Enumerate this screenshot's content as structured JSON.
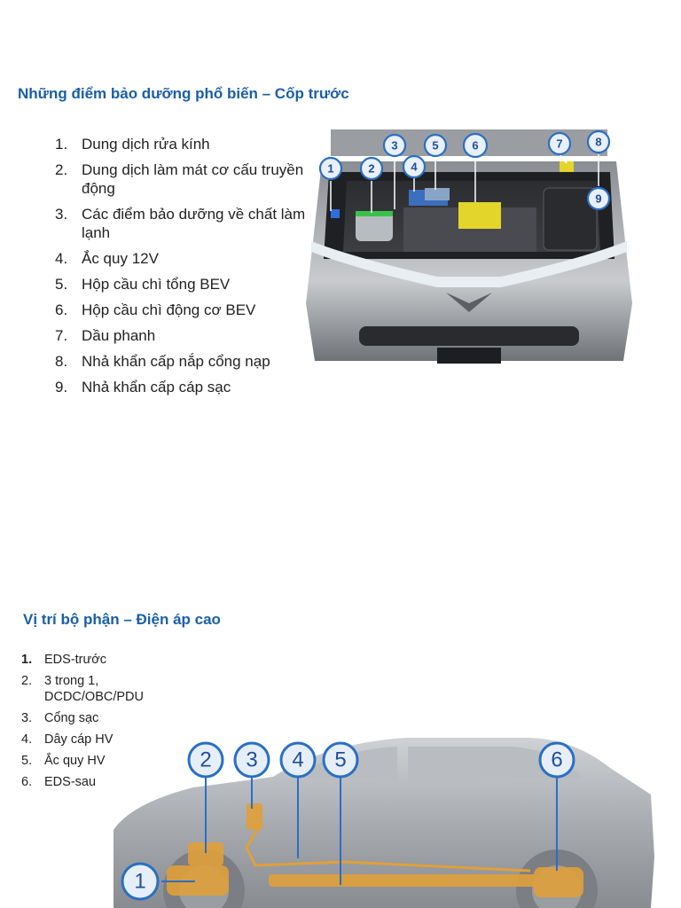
{
  "section_front": {
    "title": "Những điểm bảo dưỡng phổ biến – Cốp trước",
    "items": [
      {
        "num": "1.",
        "text": "Dung dịch rửa kính"
      },
      {
        "num": "2.",
        "text": "Dung dịch làm mát cơ cấu truyền động"
      },
      {
        "num": "3.",
        "text": "Các điểm bảo dưỡng về chất làm lạnh"
      },
      {
        "num": "4.",
        "text": "Ắc quy 12V"
      },
      {
        "num": "5.",
        "text": "Hộp cầu chì tổng BEV"
      },
      {
        "num": "6.",
        "text": "Hộp cầu chì động cơ BEV"
      },
      {
        "num": "7.",
        "text": "Dầu phanh"
      },
      {
        "num": "8.",
        "text": "Nhả khẩn cấp nắp cổng nạp"
      },
      {
        "num": "9.",
        "text": "Nhả khẩn cấp cáp sạc"
      }
    ],
    "callouts": [
      "1",
      "2",
      "3",
      "4",
      "5",
      "6",
      "7",
      "8",
      "9"
    ]
  },
  "section_hv": {
    "title": "Vị trí bộ phận – Điện áp cao",
    "items": [
      {
        "num": "1.",
        "text": "EDS-trước"
      },
      {
        "num": "2.",
        "text": "3 trong 1, DCDC/OBC/PDU"
      },
      {
        "num": "3.",
        "text": "Cổng sạc"
      },
      {
        "num": "4.",
        "text": "Dây cáp HV"
      },
      {
        "num": "5.",
        "text": "Ắc quy HV"
      },
      {
        "num": "6.",
        "text": "EDS-sau"
      }
    ],
    "callouts": [
      "1",
      "2",
      "3",
      "4",
      "5",
      "6"
    ]
  },
  "colors": {
    "heading": "#1a5fa8",
    "callout_stroke": "#2a6fc4",
    "component_highlight": "#e0a03a",
    "fuse_box_yellow": "#e3d52a"
  }
}
